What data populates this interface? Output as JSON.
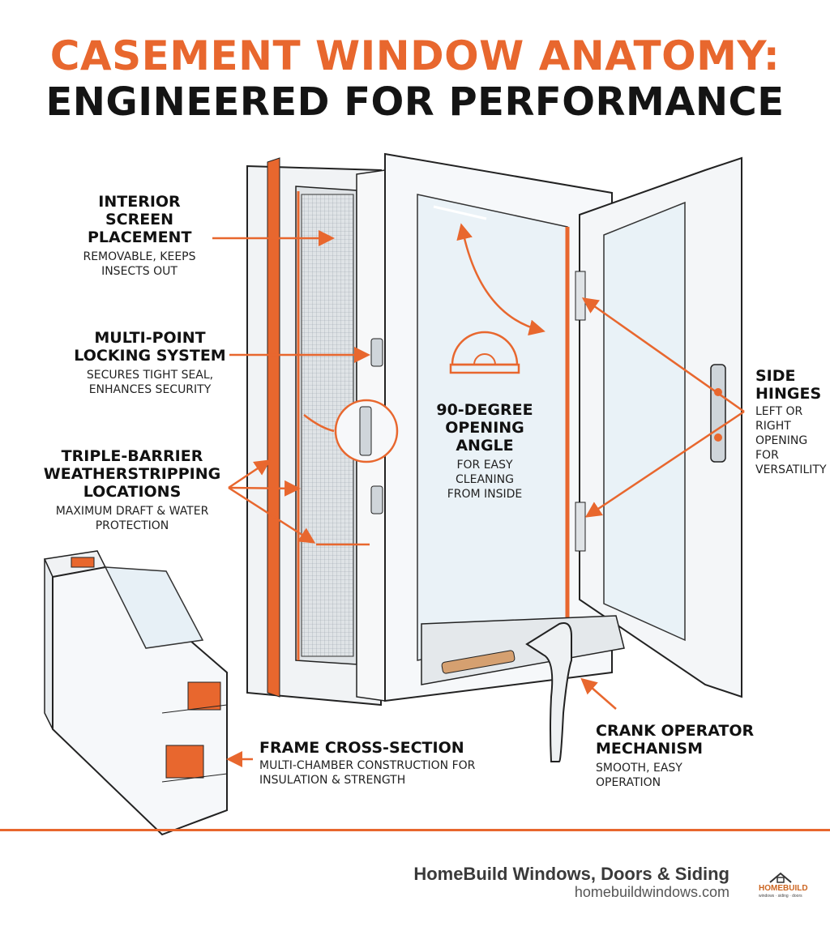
{
  "title": {
    "line1": "CASEMENT WINDOW ANATOMY:",
    "line2": "ENGINEERED FOR PERFORMANCE"
  },
  "callouts": {
    "screen": {
      "heading": "INTERIOR SCREEN PLACEMENT",
      "sub": "REMOVABLE, KEEPS INSECTS OUT"
    },
    "locking": {
      "heading": "MULTI-POINT LOCKING SYSTEM",
      "sub": "SECURES TIGHT SEAL, ENHANCES SECURITY"
    },
    "weather": {
      "heading": "TRIPLE-BARRIER WEATHERSTRIPPING LOCATIONS",
      "sub": "MAXIMUM DRAFT & WATER PROTECTION"
    },
    "angle": {
      "heading": "90-DEGREE OPENING ANGLE",
      "sub": "FOR EASY CLEANING FROM INSIDE"
    },
    "hinges": {
      "heading": "SIDE HINGES",
      "sub": "LEFT OR RIGHT OPENING FOR VERSATILITY"
    },
    "frame": {
      "heading": "FRAME CROSS-SECTION",
      "sub": "MULTI-CHAMBER CONSTRUCTION FOR INSULATION & STRENGTH"
    },
    "crank": {
      "heading": "CRANK OPERATOR MECHANISM",
      "sub": "SMOOTH, EASY OPERATION"
    }
  },
  "footer": {
    "brand": "HomeBuild Windows, Doors & Siding",
    "url": "homebuildwindows.com",
    "logo_text": "HOMEBUILD",
    "logo_sub": "windows · siding · doors"
  },
  "colors": {
    "accent": "#e8672e",
    "text": "#141414",
    "frame": "#f4f6f8",
    "glass": "#e9f2f7"
  }
}
